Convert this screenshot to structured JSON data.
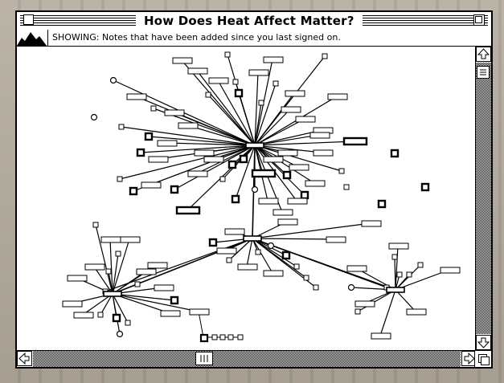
{
  "window": {
    "title": "How Does Heat Affect Matter?",
    "showing_label": "SHOWING",
    "showing_text": ": Notes that have been added since you last signed on."
  },
  "icons": {
    "view": "mountain-icon",
    "close": "close-box-icon",
    "zoom": "zoom-box-icon",
    "scroll_up": "arrow-up-icon",
    "scroll_down": "arrow-down-icon",
    "scroll_left": "arrow-left-icon",
    "scroll_right": "arrow-right-icon",
    "resize": "grow-box-icon"
  },
  "colors": {
    "ink": "#000000",
    "paper": "#ffffff"
  }
}
